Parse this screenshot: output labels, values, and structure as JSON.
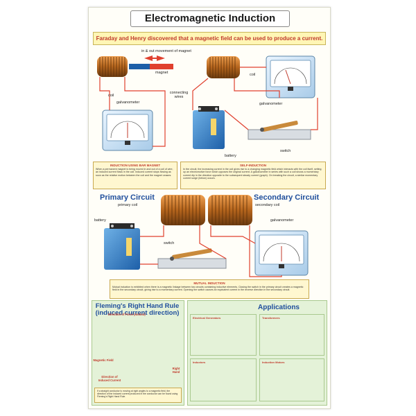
{
  "poster": {
    "title": "Electromagnetic Induction",
    "intro": "Faraday and Henry discovered that a magnetic field can be used to produce a current."
  },
  "top_diagram": {
    "labels": {
      "movement": "in & out movement of magnet",
      "magnet": "magnet",
      "coil_left": "coil",
      "galvanometer_left": "galvanometer",
      "connecting_wires": "connecting wires",
      "coil_right": "coil",
      "galvanometer_right": "galvanometer",
      "battery": "battery",
      "switch": "switch"
    }
  },
  "info_boxes": {
    "bar_magnet": {
      "heading": "INDUCTION USING BAR MAGNET",
      "body": "When a permanent magnet is being moved in and out of a coil of wire, an induced current flows in the coil. Induced current stops flowing as soon as the relative motion between the coil and the magnet ceases."
    },
    "self_induction": {
      "heading": "SELF-INDUCTION",
      "body": "In the circuit, the increasing current in the coil gives rise to a changing magnetic field which interacts with the coil itself, setting up an electromotive force which opposes the original current. A galvanometer in series with such a coil shows a momentary current dip in the direction opposite to the subsequent steady current (graph). On breaking the circuit, a similar momentary current surge (below) occurs."
    },
    "mutual_induction": {
      "heading": "MUTUAL INDUCTION",
      "body": "Mutual induction is exhibited when there is a magnetic linkage between two circuits containing inductive elements. Closing the switch in the primary circuit creates a magnetic field in the secondary circuit, giving rise to a momentary current. Opening the switch causes an equivalent current in the reverse direction in the secondary circuit."
    }
  },
  "middle_diagram": {
    "primary_title": "Primary Circuit",
    "secondary_title": "Secondary Circuit",
    "labels": {
      "primary_coil": "primary coil",
      "secondary_coil": "secondary coil",
      "battery": "battery",
      "switch": "switch",
      "galvanometer": "galvanometer"
    }
  },
  "fleming": {
    "title": "Fleming's Right Hand Rule (induced current direction)",
    "labels": {
      "force": "Direction of Force (motion)",
      "field": "Magnetic Field",
      "current": "Direction of Induced Current",
      "hand": "Right Hand"
    },
    "body": "If a straight conductor is moving at right angles to a magnetic field, the direction of the induced current produced in the conductor can be found using Fleming's Right Hand Rule."
  },
  "applications": {
    "title": "Applications",
    "items": [
      {
        "label": "Electrical Generators"
      },
      {
        "label": "Transformers"
      },
      {
        "label": "Inductors"
      },
      {
        "label": "Induction Motors"
      }
    ]
  },
  "colors": {
    "title_accent": "#1f4e9c",
    "heading_red": "#c0392b",
    "panel_green": "#e4f2d8",
    "info_yellow": "#fff7d0",
    "wire_red": "#e0402e",
    "coil_copper": "#b5651d"
  }
}
